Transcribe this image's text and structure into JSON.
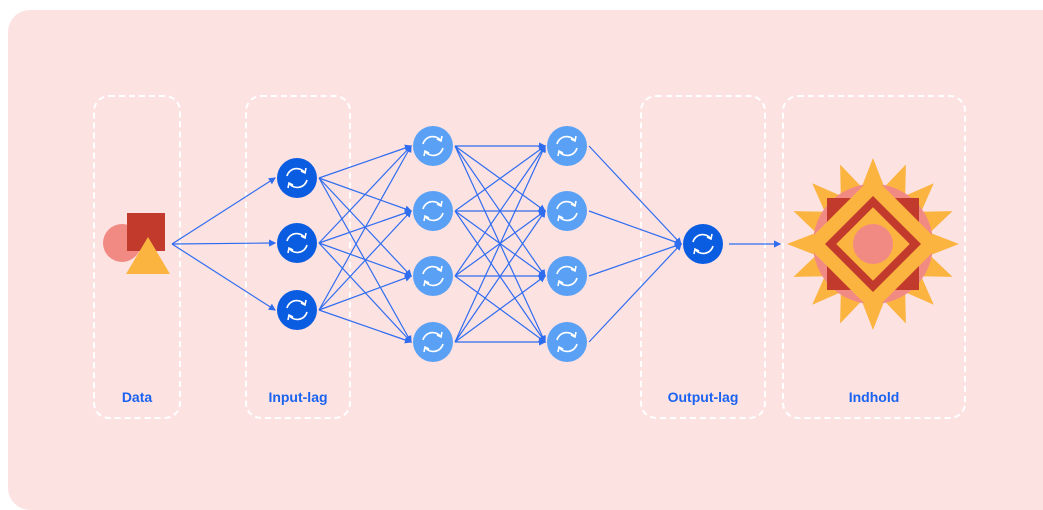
{
  "diagram": {
    "groups": [
      {
        "id": "data",
        "label": "Data"
      },
      {
        "id": "input",
        "label": "Input-lag"
      },
      {
        "id": "output",
        "label": "Output-lag"
      },
      {
        "id": "content",
        "label": "Indhold"
      }
    ],
    "layers": [
      {
        "id": "input-layer",
        "count": 3,
        "color": "#0a5ce0"
      },
      {
        "id": "hidden-1",
        "count": 4,
        "color": "#5aa1f5"
      },
      {
        "id": "hidden-2",
        "count": 4,
        "color": "#5aa1f5"
      },
      {
        "id": "output-layer",
        "count": 1,
        "color": "#0a5ce0"
      }
    ],
    "colors": {
      "background": "#fde2e2",
      "line": "#2f6df0",
      "node_dark": "#0a5ce0",
      "node_light": "#5aa1f5",
      "shape_red": "#c23a2b",
      "shape_pink": "#f28a84",
      "shape_yellow": "#fbb440"
    },
    "icons": [
      "data-shapes-icon",
      "refresh-icon",
      "mandala-content-icon"
    ]
  }
}
